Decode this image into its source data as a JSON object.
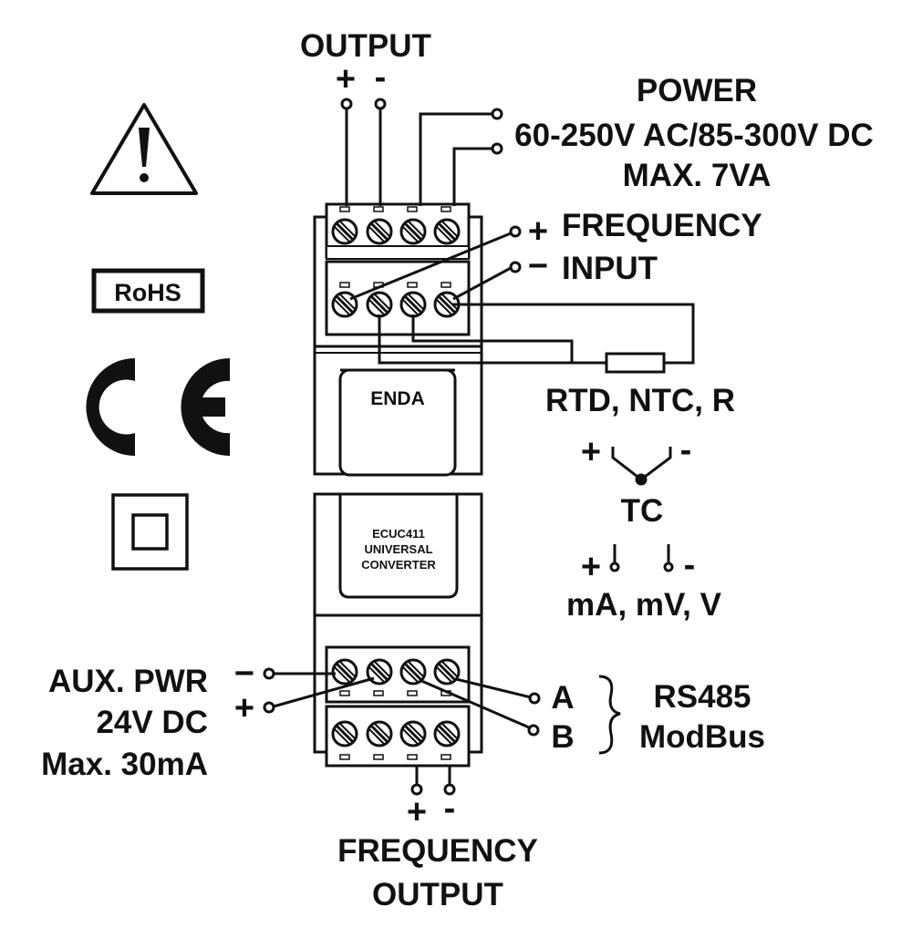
{
  "labels": {
    "output_title": "OUTPUT",
    "output_plus": "+",
    "output_minus": "-",
    "power_title": "POWER",
    "power_range": "60-250V AC/85-300V DC",
    "power_max": "MAX. 7VA",
    "freq_input_plus": "+",
    "freq_input_minus": "−",
    "freq_input_line1": "FREQUENCY",
    "freq_input_line2": "INPUT",
    "rtd_label": "RTD, NTC, R",
    "tc_plus": "+",
    "tc_minus": "-",
    "tc_label": "TC",
    "ma_plus": "+",
    "ma_minus": "-",
    "ma_label": "mA, mV, V",
    "aux_line1": "AUX. PWR",
    "aux_line2": "24V DC",
    "aux_line3": "Max. 30mA",
    "aux_minus": "−",
    "aux_plus": "+",
    "rs485_a": "A",
    "rs485_b": "B",
    "rs485_title": "RS485",
    "rs485_sub": "ModBus",
    "freq_out_plus": "+",
    "freq_out_minus": "-",
    "freq_out_line1": "FREQUENCY",
    "freq_out_line2": "OUTPUT"
  },
  "device": {
    "brand": "ENDA",
    "model_line1": "ECUC411",
    "model_line2": "UNIVERSAL",
    "model_line3": "CONVERTER"
  },
  "marks": {
    "rohs": "RoHS",
    "ce": "CE"
  },
  "icons": [
    "warning-icon",
    "rohs-mark",
    "ce-mark",
    "double-insulation-icon",
    "terminal-screw-icon",
    "resistor-symbol",
    "thermocouple-symbol"
  ],
  "colors": {
    "ink": "#111111",
    "background": "#ffffff"
  }
}
